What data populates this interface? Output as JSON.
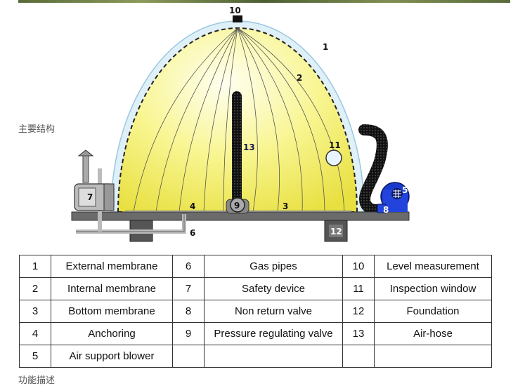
{
  "section_title": "主要结构",
  "footer_text": "功能描述",
  "diagram_labels": [
    "1",
    "2",
    "3",
    "4",
    "5",
    "6",
    "7",
    "8",
    "9",
    "10",
    "11",
    "12",
    "13"
  ],
  "legend": [
    [
      {
        "n": "1",
        "label": "External membrane"
      },
      {
        "n": "6",
        "label": "Gas pipes"
      },
      {
        "n": "10",
        "label": "Level measurement"
      }
    ],
    [
      {
        "n": "2",
        "label": "Internal membrane"
      },
      {
        "n": "7",
        "label": "Safety device"
      },
      {
        "n": "11",
        "label": "Inspection window"
      }
    ],
    [
      {
        "n": "3",
        "label": "Bottom membrane"
      },
      {
        "n": "8",
        "label": "Non return valve"
      },
      {
        "n": "12",
        "label": "Foundation"
      }
    ],
    [
      {
        "n": "4",
        "label": "Anchoring"
      },
      {
        "n": "9",
        "label": "Pressure regulating valve"
      },
      {
        "n": "13",
        "label": "Air-hose"
      }
    ],
    [
      {
        "n": "5",
        "label": "Air support blower"
      },
      {
        "n": "",
        "label": ""
      },
      {
        "n": "",
        "label": ""
      }
    ]
  ],
  "colors": {
    "dome_fill": "#f4f070",
    "outer_membrane": "#bfe0f0",
    "blower": "#1a3acc",
    "ground": "#6b6b6b"
  }
}
